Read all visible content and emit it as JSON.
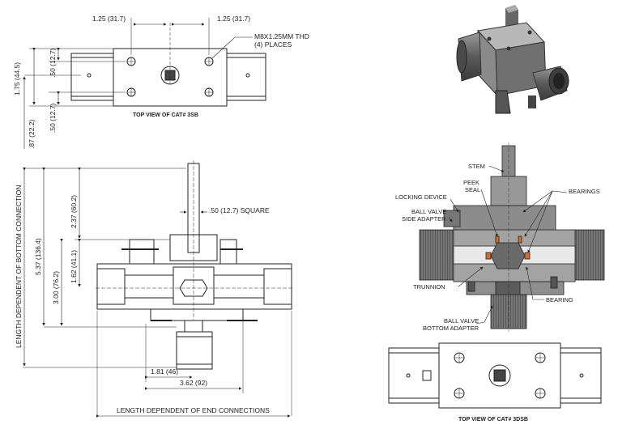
{
  "top_view_left": {
    "caption": "TOP VIEW OF CAT# 3SB",
    "dim_top_left": "1.25 (31.7)",
    "dim_top_right": "1.25 (31.7)",
    "thread_note_1": "M8X1.25MM THD",
    "thread_note_2": "(4) PLACES",
    "dim_v_050_top": ".50 (12.7)",
    "dim_v_175": "1.75 (44.5)",
    "dim_v_050_bottom": ".50 (12.7)",
    "dim_v_087": ".87 (22.2)"
  },
  "front_view": {
    "dim_square": ".50 (12.7) SQUARE",
    "dim_237": "2.37 (60.2)",
    "dim_537": "5.37 (136.4)",
    "dim_162": "1.62 (41.1)",
    "dim_300": "3.00 (76.2)",
    "dim_181": "1.81 (46)",
    "dim_362": "3.62 (92)",
    "label_bottom_connection": "LENGTH DEPENDENT OF BOTTOM CONNECTION",
    "label_end_connections": "LENGTH DEPENDENT OF END CONNECTIONS"
  },
  "section_view": {
    "stem": "STEM",
    "peek_seal_1": "PEEK",
    "peek_seal_2": "SEAL",
    "bearings": "BEARINGS",
    "locking_device": "LOCKING DEVICE",
    "side_adapter_1": "BALL VALVE",
    "side_adapter_2": "SIDE ADAPTER",
    "trunnion": "TRUNNION",
    "bearing": "BEARING",
    "bottom_adapter_1": "BALL VALVE",
    "bottom_adapter_2": "BOTTOM ADAPTER"
  },
  "top_view_right": {
    "caption": "TOP VIEW OF CAT# 3DSB"
  }
}
